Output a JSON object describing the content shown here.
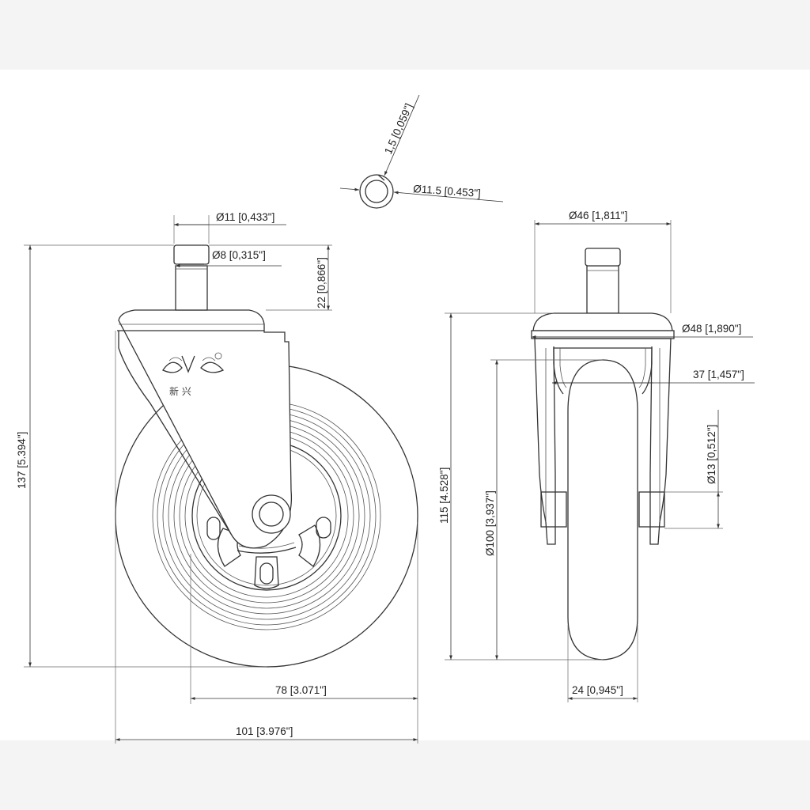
{
  "dimensions": {
    "stem_tip_diameter": "Ø11 [0,433\"]",
    "stem_diameter": "Ø8 [0,315\"]",
    "stem_length": "22 [0,866\"]",
    "ring_wire": "1,5 [0,059\"]",
    "ring_diameter": "Ø11.5 [0.453\"]",
    "overall_height": "137 [5.394\"]",
    "tread_width": "78 [3.071\"]",
    "overall_length": "101 [3.976\"]",
    "plate_top_width": "Ø46 [1,811\"]",
    "plate_width": "Ø48 [1,890\"]",
    "fork_inner_width": "37 [1,457\"]",
    "axle_diameter": "Ø13 [0,512\"]",
    "body_height": "115 [4.528\"]",
    "wheel_diameter": "Ø100 [3,937\"]",
    "wheel_width": "24 [0,945\"]"
  },
  "logo": {
    "brand_text": "新 兴",
    "mark": "®"
  },
  "colors": {
    "background": "#f4f4f4",
    "sheet": "#ffffff",
    "line": "#333333"
  }
}
